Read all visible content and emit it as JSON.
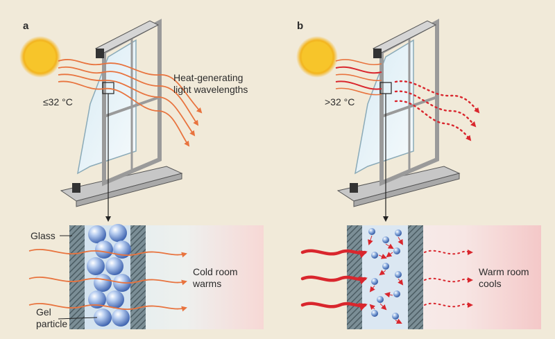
{
  "panels": {
    "a": {
      "letter": "a",
      "temp": "≤32 °C",
      "light_label": "Heat-generating\nlight wavelengths",
      "glass_label": "Glass",
      "gel_label": "Gel\nparticle",
      "room_label": "Cold room\nwarms"
    },
    "b": {
      "letter": "b",
      "temp": ">32 °C",
      "room_label": "Warm room\ncools"
    }
  },
  "colors": {
    "background": "#f1ead9",
    "sun": "#f7c52a",
    "light_ray_a": "#e8733e",
    "light_ray_b": "#d9262d",
    "glass": "#cfe3ee",
    "frame": "#c9c9c9",
    "gel_particle": "#7fa6d8"
  }
}
